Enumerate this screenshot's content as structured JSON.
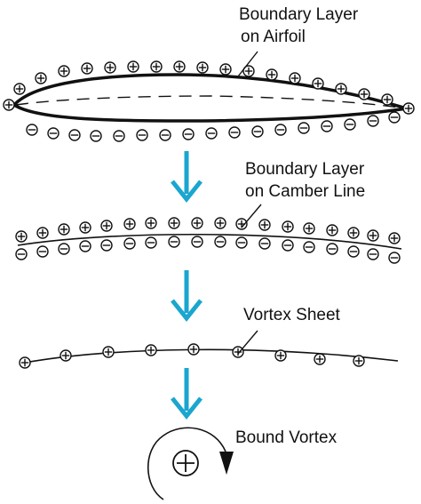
{
  "labels": {
    "airfoil_line1": "Boundary Layer",
    "airfoil_line2": "on Airfoil",
    "camber_line1": "Boundary Layer",
    "camber_line2": "on Camber Line",
    "vortex_sheet": "Vortex Sheet",
    "bound_vortex": "Bound Vortex"
  },
  "colors": {
    "arrow": "#1aa6cf",
    "ink": "#111111"
  }
}
